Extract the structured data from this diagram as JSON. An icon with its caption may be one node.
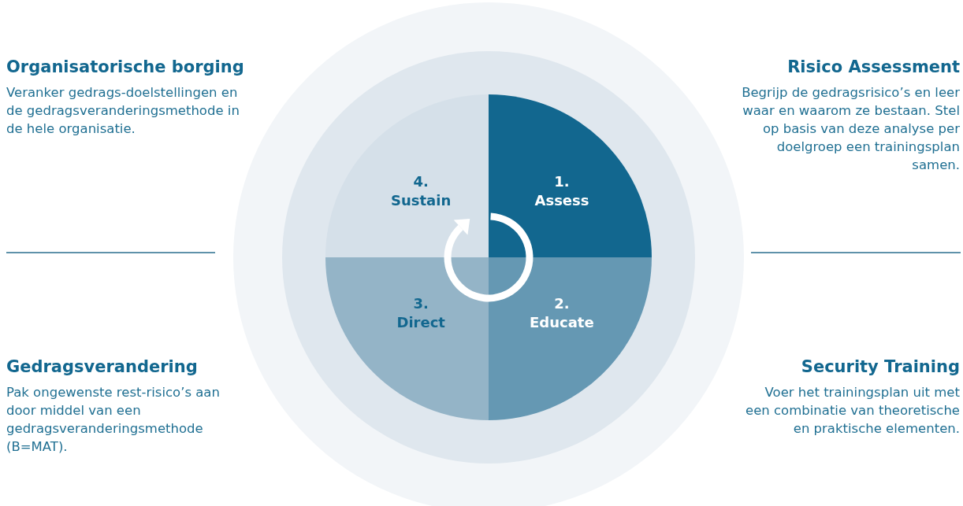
{
  "diagram": {
    "nodes": [
      {
        "text": [
          "4. Sustain"
        ]
      },
      {
        "text": [
          "1. Assess"
        ]
      },
      {
        "text": [
          "3. Direct"
        ]
      },
      {
        "text": [
          "2. Educate"
        ]
      }
    ],
    "labels": [
      "Organisatorische borging",
      "Veranker gedrags-doelstellingen en de gedragsveranderingsmethode in de hele organisatie.",
      "Risico Assessment",
      "Begrijp de gedragsrisico’s en leer waar en waarom ze bestaan. Stel op basis van deze analyse per doelgroep een trainingsplan samen.",
      "Gedragsverandering",
      "Pak ongewenste rest-risico’s aan door middel van een gedragsveranderingsmethode (B=MAT).",
      "Security Training",
      "Voer het trainingsplan uit met een combinatie van theoretische en praktische elementen."
    ]
  }
}
